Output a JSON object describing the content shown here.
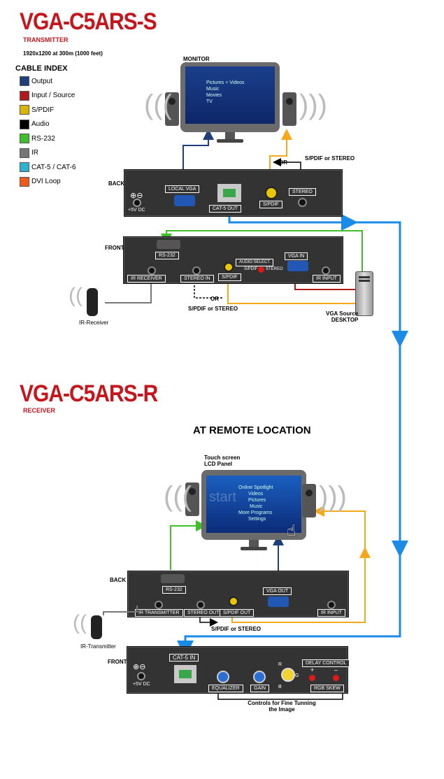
{
  "transmitter": {
    "model": "VGA-C5ARS-S",
    "role": "TRANSMITTER",
    "spec": "1920x1200 at 300m (1000 feet)",
    "monitor_label": "MONITOR",
    "back_label": "BACK",
    "front_label": "FRONT",
    "back_ports": {
      "power": "+5V DC",
      "local_vga": "LOCAL VGA",
      "cat5_out": "CAT-5 OUT",
      "spdif": "S/PDIF",
      "stereo": "STEREO"
    },
    "front_ports": {
      "rs232": "RS-232",
      "ir_receiver": "IR RECEIVER",
      "stereo_in": "STEREO IN",
      "spdif": "S/PDIF",
      "audio_select": "AUDIO SELECT",
      "spdif_opt": "S/PDIF",
      "stereo_opt": "STEREO",
      "vga_in": "VGA IN",
      "ir_input": "IR INPUT"
    },
    "annotations": {
      "or_top": "OR",
      "spdif_or_stereo_top": "S/PDIF or STEREO",
      "or_bottom": "OR",
      "spdif_or_stereo_bottom": "S/PDIF or STEREO",
      "ir_receiver_device": "IR-Receiver",
      "vga_source_line1": "VGA Source",
      "vga_source_line2": "DESKTOP"
    },
    "screen_menu": [
      "Pictures + Videos",
      "Music",
      "Movies",
      "TV"
    ]
  },
  "legend": {
    "title": "CABLE INDEX",
    "items": [
      {
        "label": "Output",
        "color": "#1f3f7a"
      },
      {
        "label": "Input / Source",
        "color": "#b11a1a"
      },
      {
        "label": "S/PDIF",
        "color": "#d9b400"
      },
      {
        "label": "Audio",
        "color": "#000000"
      },
      {
        "label": "RS-232",
        "color": "#3fbf2a"
      },
      {
        "label": "IR",
        "color": "#777777"
      },
      {
        "label": "CAT-5 / CAT-6",
        "color": "#2bb3d1"
      },
      {
        "label": "DVI Loop",
        "color": "#f15a1a"
      }
    ]
  },
  "receiver": {
    "model": "VGA-C5ARS-R",
    "role": "RECEIVER",
    "remote_heading": "AT REMOTE LOCATION",
    "panel_line1": "Touch screen",
    "panel_line2": "LCD Panel",
    "back_label": "BACK",
    "front_label": "FRONT",
    "back_ports": {
      "rs232": "RS-232",
      "ir_transmitter": "IR TRANSMITTER",
      "stereo_out": "STEREO OUT",
      "spdif_out": "S/PDIF OUT",
      "vga_out": "VGA OUT",
      "ir_input": "IR INPUT"
    },
    "front_ports": {
      "power": "+5V DC",
      "cat5_in": "CAT-5 IN",
      "equalizer": "EQUALIZER",
      "gain": "GAIN",
      "rgb_r": "R",
      "rgb_g": "G",
      "rgb_b": "B",
      "delay_control": "DELAY CONTROL",
      "plus": "+",
      "minus": "–",
      "rgb_skew": "RGB SKEW"
    },
    "annotations": {
      "spdif_or_stereo": "S/PDIF or STEREO",
      "ir_transmitter_device": "IR-Transmitter",
      "controls_line1": "Controls for Fine Tunning",
      "controls_line2": "the Image"
    },
    "screen_menu": [
      "Online Spotlight",
      "Videos",
      "Pictures",
      "Music",
      "More Programs",
      "Settings"
    ],
    "screen_word": "start"
  }
}
